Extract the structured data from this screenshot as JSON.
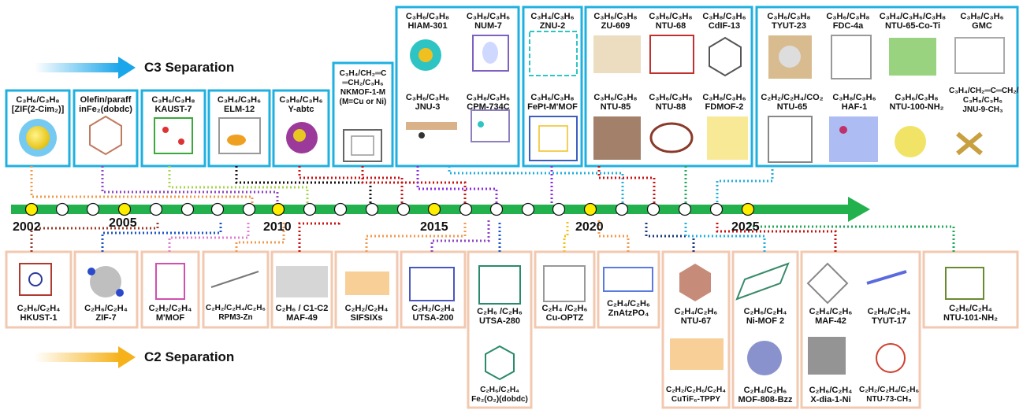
{
  "headings": {
    "c3": "C3 Separation",
    "c2": "C2 Separation"
  },
  "years": [
    "2002",
    "2005",
    "2010",
    "2015",
    "2020",
    "2025"
  ],
  "colors": {
    "c3_box": "#1fb0e0",
    "c2_box": "#f2c8b0",
    "timeline": "#22b14c",
    "milestone": "#ffee00"
  },
  "c3": [
    {
      "t1": "C₃H₆/C₃H₈",
      "t2": "[ZIF(2-Cim₂)]"
    },
    {
      "t1": "Olefin/paraff",
      "t2": "inFe₂(dobdc)"
    },
    {
      "t1": "C₃H₆/C₃H₈",
      "t2": "KAUST-7"
    },
    {
      "t1": "C₃H₄/C₃H₆",
      "t2": "ELM-12"
    },
    {
      "t1": "C₃H₈/C₃H₆",
      "t2": "Y-abtc"
    },
    {
      "t1": "C₃H₄/CH₂═C",
      "t2": "═CH₂/C₃H₆",
      "t3": "NKMOF-1-M",
      "t4": "(M=Cu or Ni)"
    },
    {
      "t1": "C₃H₆/C₃H₈",
      "t2": "HIAM-301"
    },
    {
      "t1": "C₃H₈/C₃H₆",
      "t2": "NUM-7"
    },
    {
      "t1": "C₃H₆/C₃H₈",
      "t2": "JNU-3"
    },
    {
      "t1": "C₃H₈/C₃H₆",
      "t2": "CPM-734C"
    },
    {
      "t1": "C₃H₄/C₃H₆",
      "t2": "ZNU-2"
    },
    {
      "t1": "C₃H₆/C₃H₈",
      "t2": "FePt-M'MOF"
    },
    {
      "t1": "C₃H₆/C₃H₈",
      "t2": "ZU-609"
    },
    {
      "t1": "C₃H₆/C₃H₈",
      "t2": "NTU-68"
    },
    {
      "t1": "C₃H₈/C₃H₆",
      "t2": "CdIF-13"
    },
    {
      "t1": "C₃H₆/C₃H₈",
      "t2": "NTU-85"
    },
    {
      "t1": "C₃H₆/C₃H₈",
      "t2": "NTU-88"
    },
    {
      "t1": "C₃H₈/C₃H₆",
      "t2": "FDMOF-2"
    },
    {
      "t1": "C₃H₆/C₃H₈",
      "t2": "TYUT-23"
    },
    {
      "t1": "C₃H₆/C₃H₈",
      "t2": "FDC-4a"
    },
    {
      "t1": "C₃H₄/C₃H₆/C₃H₈",
      "t2": "NTU-65-Co-Ti"
    },
    {
      "t1": "C₃H₈/C₃H₆",
      "t2": "GMC"
    },
    {
      "t1": "C₂H₂/C₂H₄/CO₂",
      "t2": "NTU-65"
    },
    {
      "t1": "C₃H₈/C₃H₆",
      "t2": "HAF-1"
    },
    {
      "t1": "C₃H₆/C₃H₈",
      "t2": "NTU-100-NH₂"
    },
    {
      "t1": "C₃H₄/CH₂═C═CH₂/",
      "t2": "C₃H₈/C₃H₆",
      "t3": "JNU-9-CH₃"
    }
  ],
  "c2": [
    {
      "t1": "C₂H₆/C₂H₄",
      "t2": "HKUST-1"
    },
    {
      "t1": "C₂H₆/C₂H₄",
      "t2": "ZIF-7"
    },
    {
      "t1": "C₂H₂/C₂H₄",
      "t2": "M'MOF"
    },
    {
      "t1": "C₂H₂/C₂H₄/C₂H₆",
      "t2": "RPM3-Zn"
    },
    {
      "t1": "C₂H₆ / C1-C2",
      "t2": "MAF-49"
    },
    {
      "t1": "C₂H₂/C₂H₄",
      "t2": "SIFSIXs"
    },
    {
      "t1": "C₂H₂/C₂H₄",
      "t2": "UTSA-200"
    },
    {
      "t1": "C₂H₆ /C₂H₆",
      "t2": "UTSA-280"
    },
    {
      "t1": "C₂H₆/C₂H₄",
      "t2": "Fe₂(O₂)(dobdc)"
    },
    {
      "t1": "C₂H₄ /C₂H₆",
      "t2": "Cu-OPTZ"
    },
    {
      "t1": "C₂H₄/C₂H₆",
      "t2": "ZnAtzPO₄"
    },
    {
      "t1": "C₂H₄/C₂H₆",
      "t2": "NTU-67"
    },
    {
      "t1": "C₂H₂/C₂H₆/C₂H₄",
      "t2": "CuTiF₆-TPPY"
    },
    {
      "t1": "C₂H₆/C₂H₄",
      "t2": "Ni-MOF 2"
    },
    {
      "t1": "C₂H₄/C₂H₆",
      "t2": "MOF-808-Bzz"
    },
    {
      "t1": "C₂H₄/C₂H₆",
      "t2": "MAF-42"
    },
    {
      "t1": "C₂H₆/C₂H₄",
      "t2": "TYUT-17"
    },
    {
      "t1": "C₂H₆/C₂H₄",
      "t2": "X-dia-1-Ni"
    },
    {
      "t1": "C₂H₂/C₂H₄/C₂H₆",
      "t2": "NTU-73-CH₃"
    },
    {
      "t1": "C₂H₆/C₂H₄",
      "t2": "NTU-101-NH₂"
    }
  ]
}
